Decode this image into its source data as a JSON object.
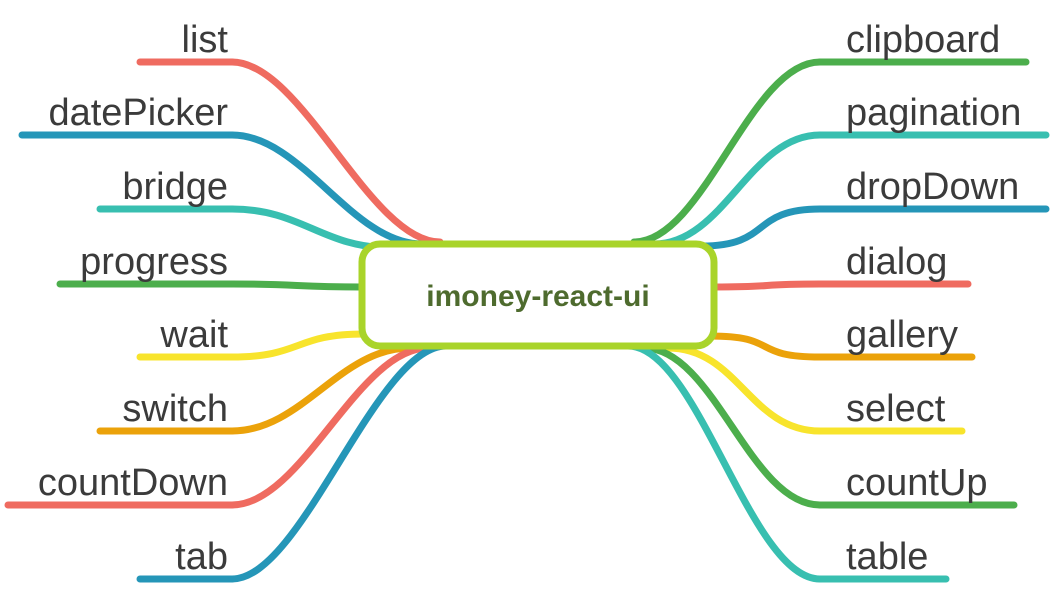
{
  "root": {
    "label": "imoney-react-ui",
    "border_color": "#a9d42a",
    "text_color": "#4e6b2e"
  },
  "left_nodes": [
    {
      "label": "list",
      "color": "#ef6b60"
    },
    {
      "label": "datePicker",
      "color": "#2596b8"
    },
    {
      "label": "bridge",
      "color": "#38bfb0"
    },
    {
      "label": "progress",
      "color": "#4cae4c"
    },
    {
      "label": "wait",
      "color": "#f8e42c"
    },
    {
      "label": "switch",
      "color": "#eba20a"
    },
    {
      "label": "countDown",
      "color": "#ef6b60"
    },
    {
      "label": "tab",
      "color": "#2596b8"
    }
  ],
  "right_nodes": [
    {
      "label": "clipboard",
      "color": "#4cae4c"
    },
    {
      "label": "pagination",
      "color": "#38bfb0"
    },
    {
      "label": "dropDown",
      "color": "#2596b8"
    },
    {
      "label": "dialog",
      "color": "#ef6b60"
    },
    {
      "label": "gallery",
      "color": "#eba20a"
    },
    {
      "label": "select",
      "color": "#f8e42c"
    },
    {
      "label": "countUp",
      "color": "#4cae4c"
    },
    {
      "label": "table",
      "color": "#38bfb0"
    }
  ]
}
